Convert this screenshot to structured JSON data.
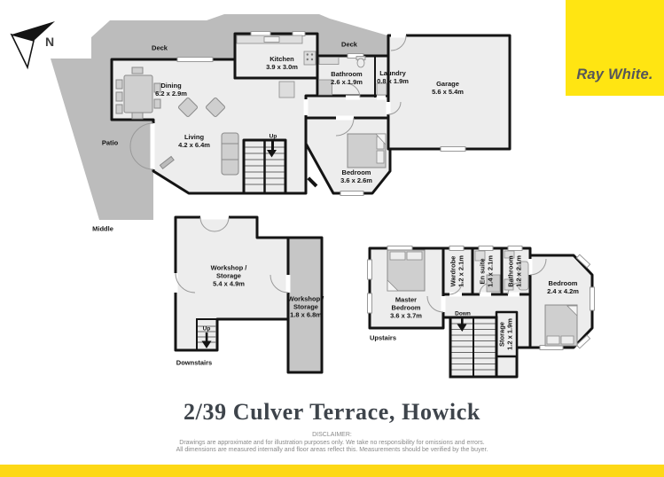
{
  "brand": {
    "name": "Ray White.",
    "logo_bg": "#ffe512",
    "footer_bar_color": "#fdd816"
  },
  "compass": {
    "label": "N"
  },
  "palette": {
    "wall": "#141414",
    "floor": "#ededed",
    "outdoor": "#bcbcbc",
    "strip": "#c6c6c6",
    "title_text": "#3e444b",
    "disclaimer_text": "#8a8a8a"
  },
  "floors": {
    "middle": {
      "floor_label": "Middle",
      "rooms": {
        "deck_left": "Deck",
        "deck_right": "Deck",
        "kitchen": "Kitchen\n3.9 x 3.0m",
        "bathroom": "Bathroom\n2.6 x 1.9m",
        "laundry": "Laundry\n0.8 x 1.9m",
        "garage": "Garage\n5.6 x 5.4m",
        "dining": "Dining\n6.2 x 2.9m",
        "living": "Living\n4.2 x 6.4m",
        "patio": "Patio",
        "bedroom": "Bedroom\n3.6 x 2.6m",
        "stairs_up": "Up"
      }
    },
    "downstairs": {
      "floor_label": "Downstairs",
      "rooms": {
        "workshop_main": "Workshop /\nStorage\n5.4 x 4.9m",
        "workshop_side": "Workshop /\nStorage\n1.8 x 6.8m",
        "stairs_up": "Up"
      }
    },
    "upstairs": {
      "floor_label": "Upstairs",
      "rooms": {
        "master_bedroom": "Master\nBedroom\n3.6 x 3.7m",
        "wardrobe": "Wardrobe\n1.2 x 2.1m",
        "ensuite": "En suite\n1.4 x 2.1m",
        "bathroom": "Bathroom\n1.2 x 2.1m",
        "bedroom": "Bedroom\n2.4 x 4.2m",
        "storage": "Storage\n1.2 x 1.9m",
        "stairs_down": "Down"
      }
    }
  },
  "footer": {
    "title": "2/39 Culver Terrace, Howick",
    "disclaimer_heading": "DISCLAIMER:",
    "disclaimer_line1": "Drawings are approximate and for illustration purposes only. We take no responsibility for omissions and errors.",
    "disclaimer_line2": "All dimensions are measured internally and floor areas reflect this. Measurements should be verified by the buyer."
  }
}
